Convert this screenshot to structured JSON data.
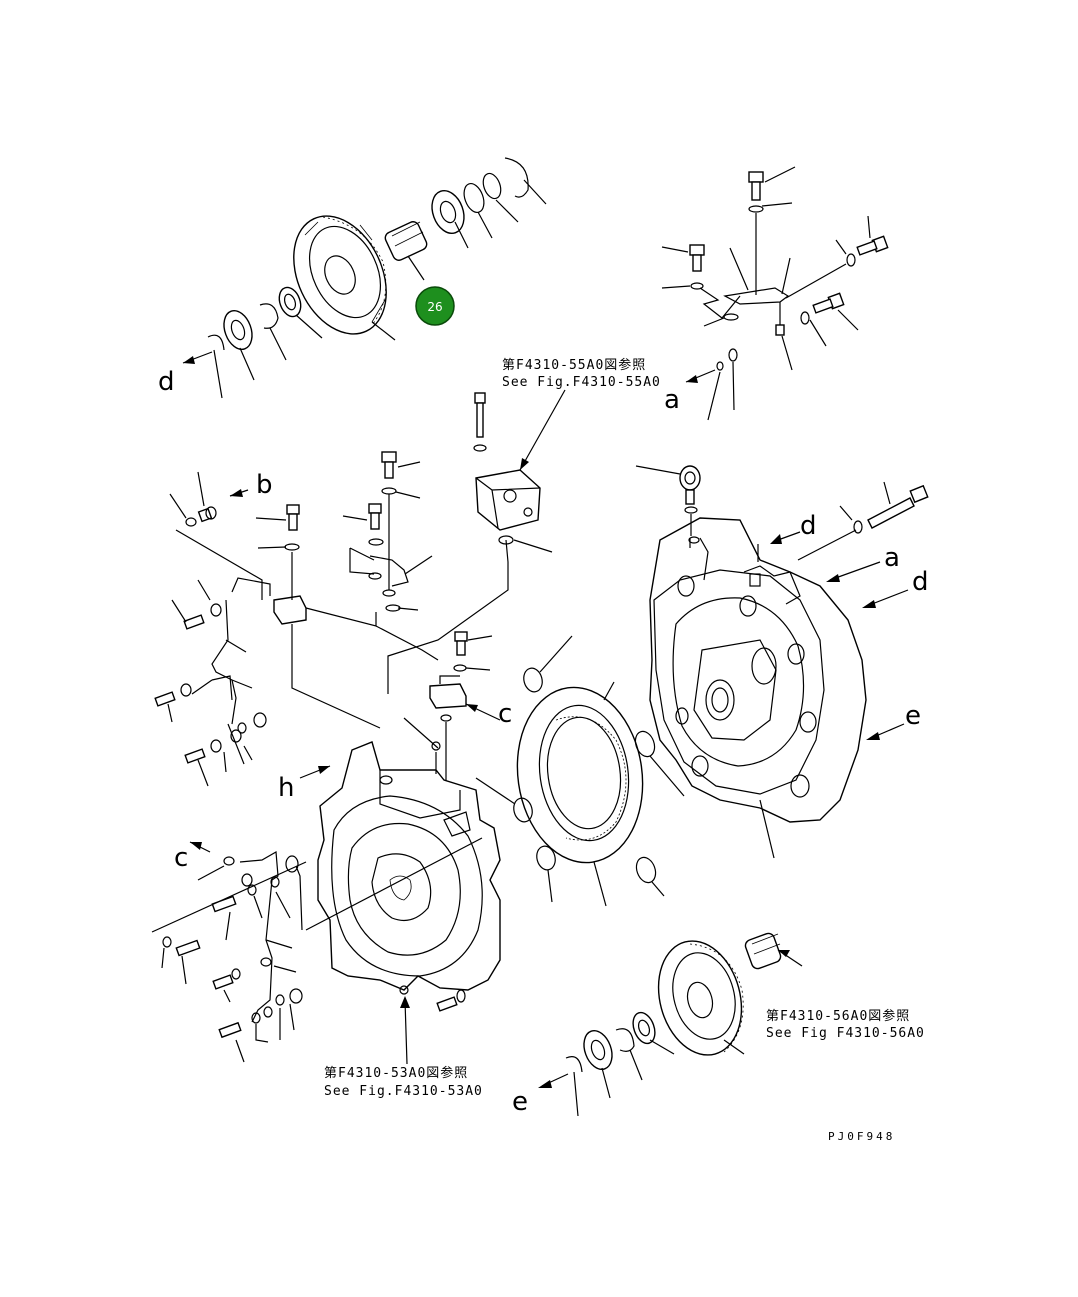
{
  "callout": {
    "number": "26",
    "color": "#1e8f1e",
    "text_color": "#ffffff"
  },
  "refs": {
    "fig55": {
      "jp": "第F4310-55A0図参照",
      "en": "See Fig.F4310-55A0"
    },
    "fig56": {
      "jp": "第F4310-56A0図参照",
      "en": "See Fig F4310-56A0"
    },
    "fig53": {
      "jp": "第F4310-53A0図参照",
      "en": "See Fig.F4310-53A0"
    }
  },
  "letters": {
    "d_top": "d",
    "a_top": "a",
    "b": "b",
    "d_right1": "d",
    "a_right": "a",
    "d_right2": "d",
    "c_mid": "c",
    "e_right": "e",
    "h": "h",
    "c_left": "c",
    "e_bottom": "e"
  },
  "drawing_code": "PJ0F948"
}
